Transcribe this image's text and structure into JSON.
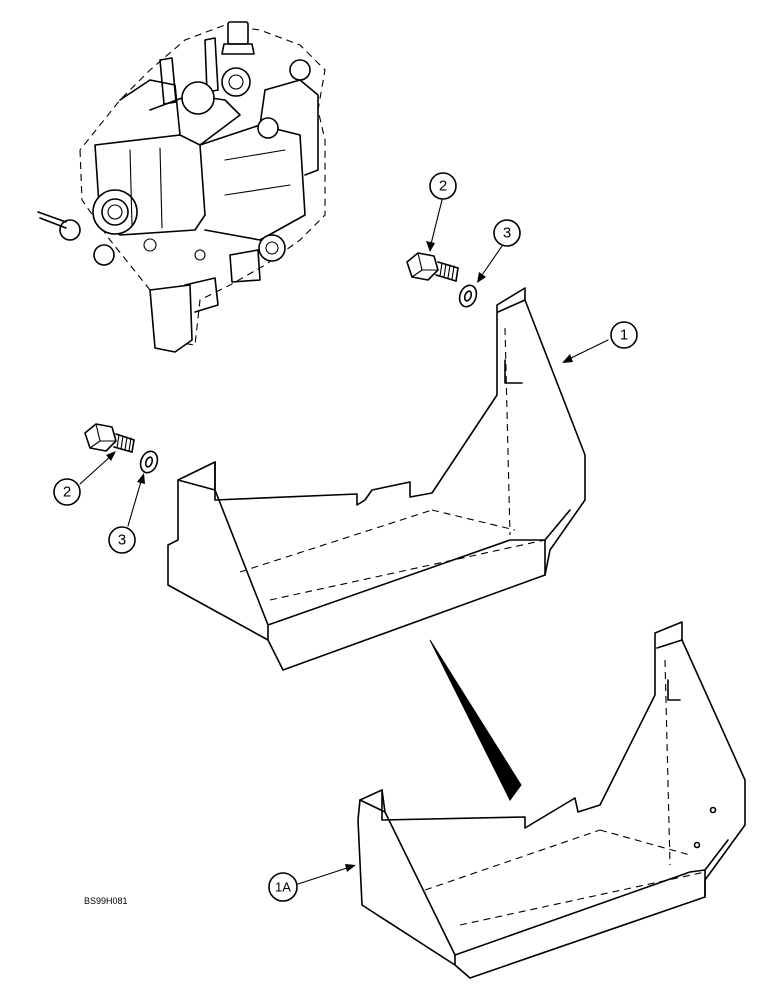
{
  "callouts": {
    "c1": "1",
    "c2_top": "2",
    "c3_top": "3",
    "c2_left": "2",
    "c3_left": "3",
    "c1a": "1A"
  },
  "drawing_code": "BS99H081"
}
